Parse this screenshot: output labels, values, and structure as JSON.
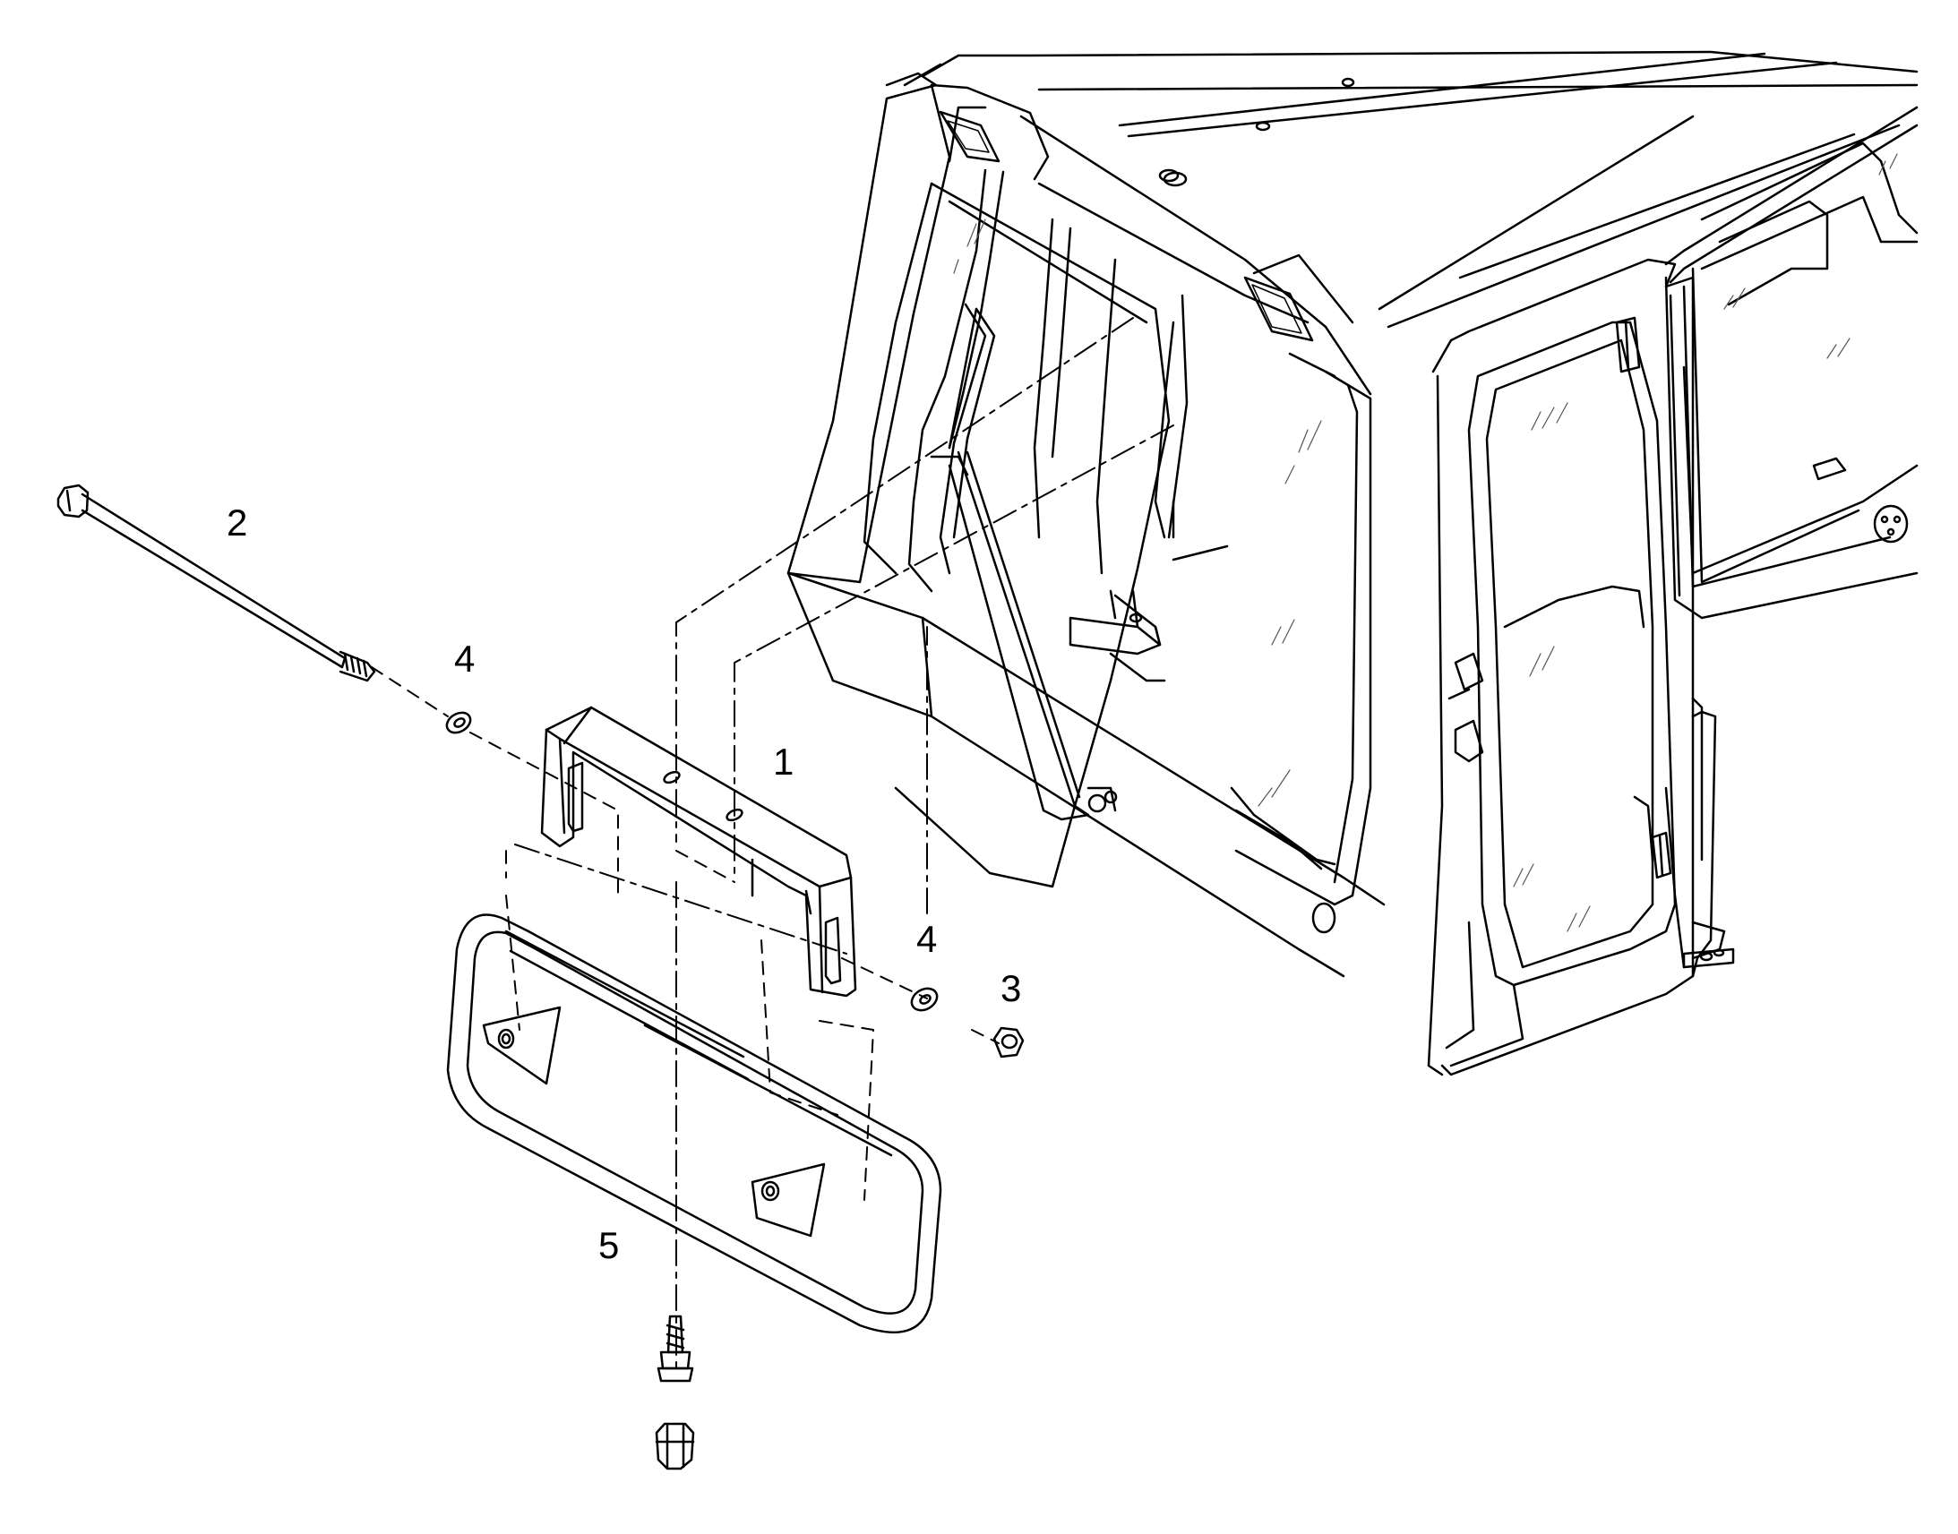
{
  "callouts": {
    "part_1": "1",
    "part_2": "2",
    "part_3": "3",
    "part_4_upper": "4",
    "part_4_lower": "4",
    "part_5": "5"
  },
  "colors": {
    "line": "#000000",
    "background": "#ffffff",
    "glass_hatch": "#555555"
  }
}
